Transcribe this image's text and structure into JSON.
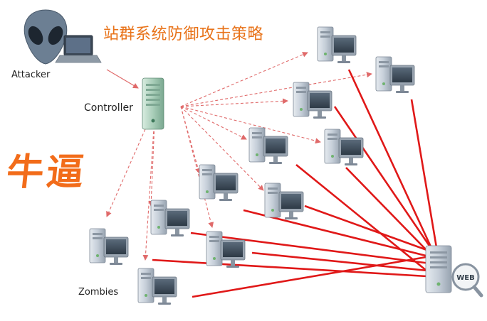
{
  "title": "站群系统防御攻击策略",
  "slogan": "牛逼",
  "labels": {
    "attacker": "Attacker",
    "controller": "Controller",
    "zombies": "Zombies",
    "target_badge": "WEB"
  },
  "colors": {
    "title": "#e8731a",
    "slogan": "#f26c1a",
    "control_arrow": "#e06a6a",
    "attack_arrow": "#e01818",
    "server_body": "#c9d3dc",
    "controller_body": "#a8cdb8"
  }
}
